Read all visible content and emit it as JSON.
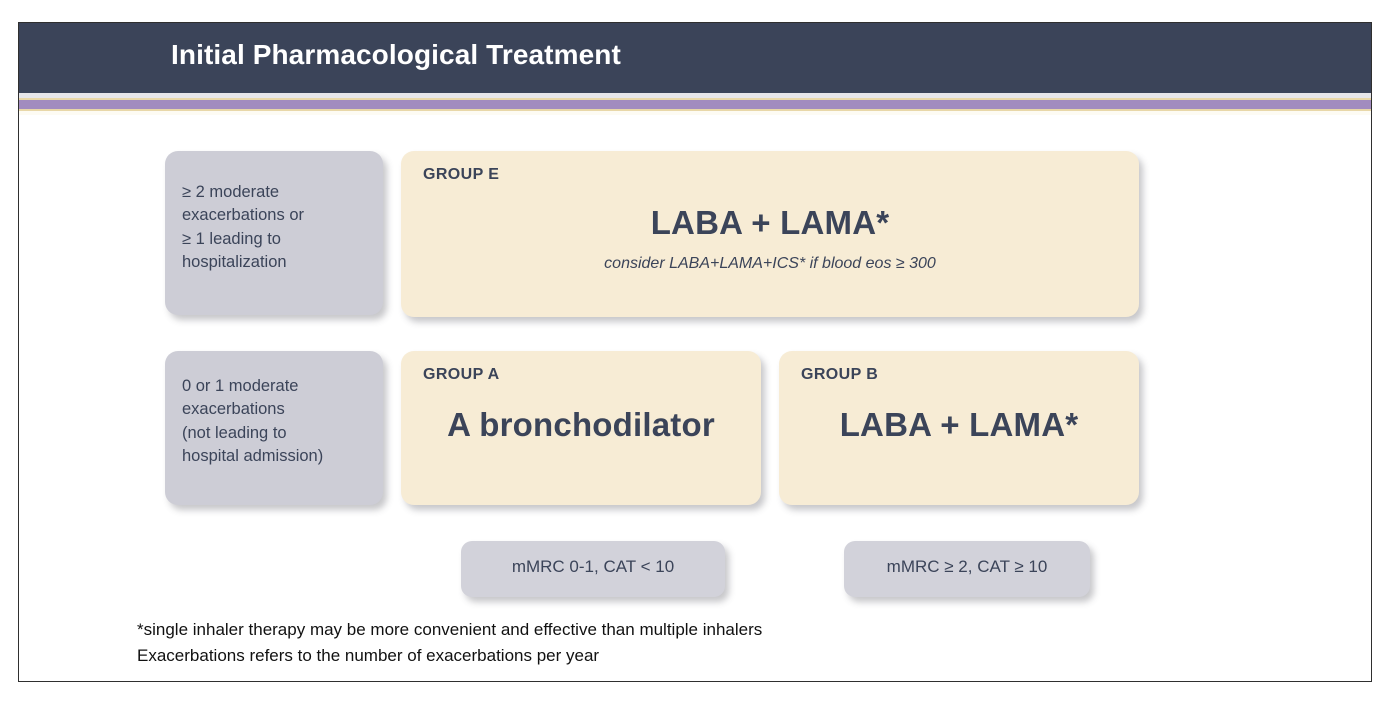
{
  "slide": {
    "title": "Initial Pharmacological Treatment",
    "colors": {
      "header_navy": "#3b4459",
      "accent_purple": "#a28cbf",
      "accent_tan": "#e8d7a8",
      "box_gray": "#cdcdd6",
      "box_cream": "#f7ecd5",
      "text_navy": "#3b4459"
    }
  },
  "criteria": [
    {
      "id": "high-exacerbation-risk",
      "lines": [
        "≥ 2 moderate",
        "exacerbations or",
        "≥ 1 leading to",
        "hospitalization"
      ]
    },
    {
      "id": "low-exacerbation-risk",
      "lines": [
        "0 or 1 moderate",
        "exacerbations",
        "(not leading to",
        "hospital admission)"
      ]
    }
  ],
  "groups": {
    "e": {
      "label": "GROUP E",
      "treatment": "LABA + LAMA*",
      "note": "consider LABA+LAMA+ICS* if blood eos ≥ 300"
    },
    "a": {
      "label": "GROUP A",
      "treatment": "A bronchodilator"
    },
    "b": {
      "label": "GROUP B",
      "treatment": "LABA + LAMA*"
    }
  },
  "symptom_scales": [
    {
      "id": "group-a-scale",
      "text": "mMRC 0-1, CAT < 10"
    },
    {
      "id": "group-b-scale",
      "text": "mMRC ≥ 2, CAT ≥ 10"
    }
  ],
  "footnotes": [
    "*single inhaler therapy may be more convenient and effective than multiple inhalers",
    "Exacerbations refers to the number of exacerbations per year"
  ]
}
